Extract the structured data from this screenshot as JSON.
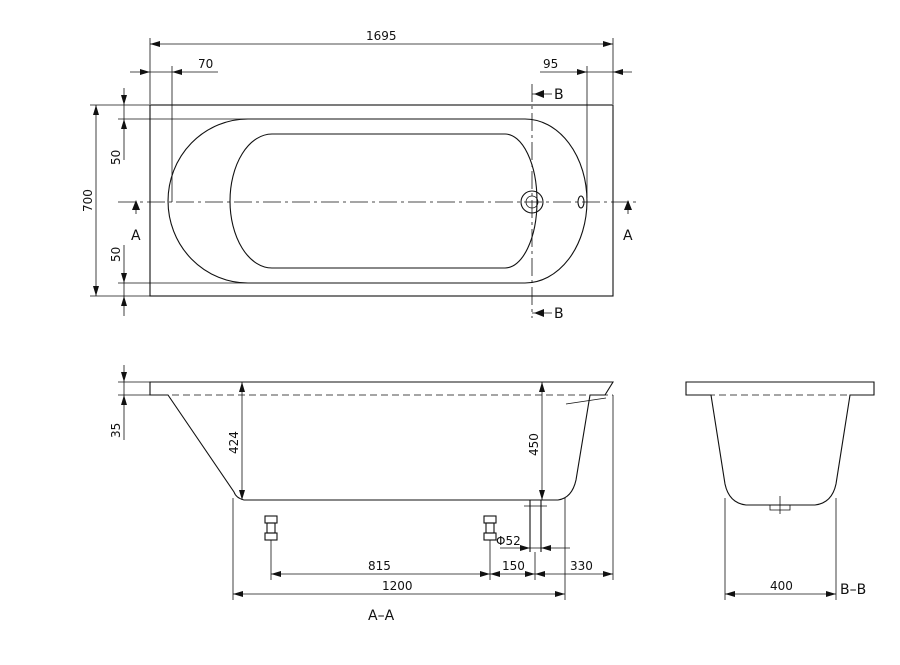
{
  "top_view": {
    "overall_length": "1695",
    "left_rim": "70",
    "right_rim": "95",
    "overall_width": "700",
    "rim_top": "50",
    "rim_bottom": "50",
    "section_a": "A",
    "section_b": "B"
  },
  "side_view": {
    "rim_height": "35",
    "inner_depth_left": "424",
    "inner_depth_right": "450",
    "drain_diameter": "Φ52",
    "dim_815": "815",
    "dim_150": "150",
    "dim_330": "330",
    "dim_1200": "1200",
    "section_title": "A–A"
  },
  "end_view": {
    "width": "400",
    "section_title": "B–B"
  }
}
